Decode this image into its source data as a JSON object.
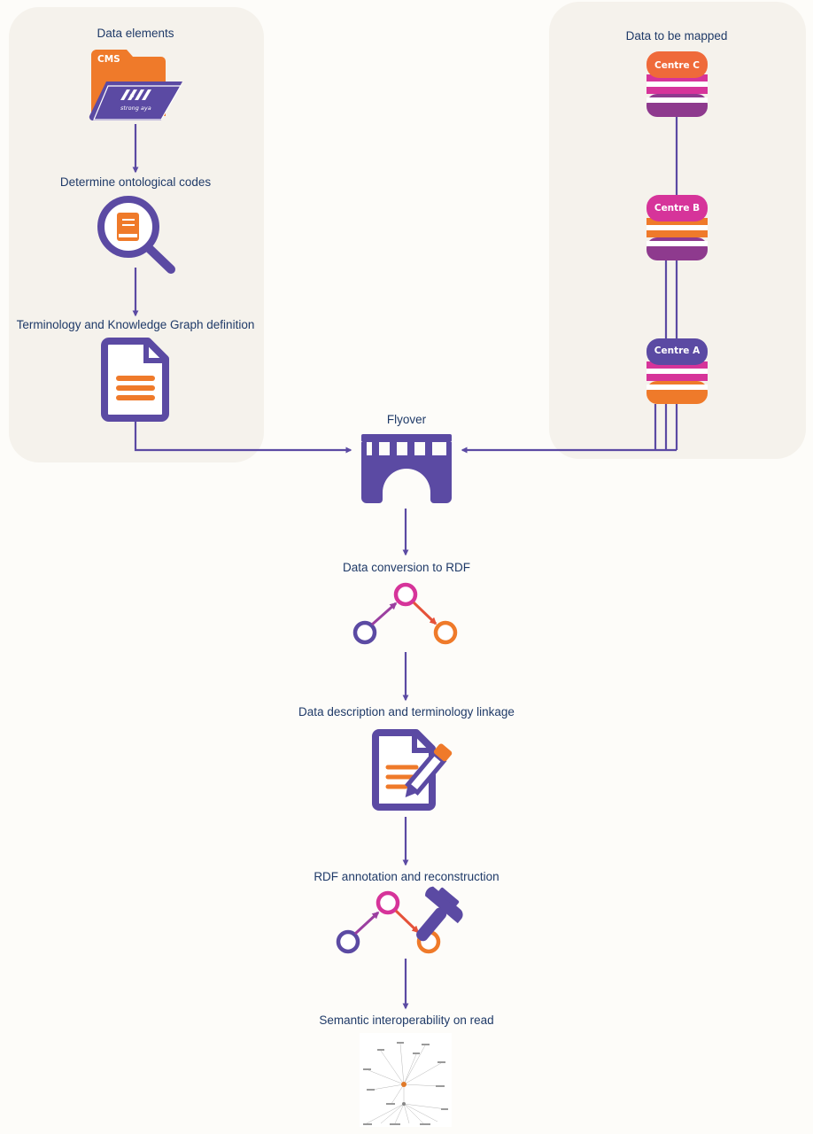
{
  "colors": {
    "purple": "#5b4aa3",
    "orange": "#ef7a2a",
    "magenta": "#d6349a",
    "text": "#1f3a68",
    "panel": "#f5f2ec"
  },
  "labels": {
    "data_elements": "Data elements",
    "determine_codes": "Determine ontological codes",
    "terminology_kg": "Terminology and Knowledge Graph definition",
    "data_to_be_mapped": "Data to be mapped",
    "flyover": "Flyover",
    "conversion_rdf": "Data conversion to RDF",
    "description_linkage": "Data description and terminology linkage",
    "rdf_annotation": "RDF annotation and reconstruction",
    "semantic_interop": "Semantic interoperability on read"
  },
  "folder": {
    "tab_text": "CMS",
    "logo_text": "strong aya"
  },
  "databases": [
    {
      "name": "Centre C"
    },
    {
      "name": "Centre B"
    },
    {
      "name": "Centre A"
    }
  ],
  "icons": {
    "folder": "folder-icon",
    "search": "magnifier-book-icon",
    "document": "document-icon",
    "bridge": "bridge-icon",
    "graph": "rdf-graph-icon",
    "edit": "document-edit-icon",
    "hammer": "hammer-icon",
    "network": "network-graph-thumbnail"
  }
}
